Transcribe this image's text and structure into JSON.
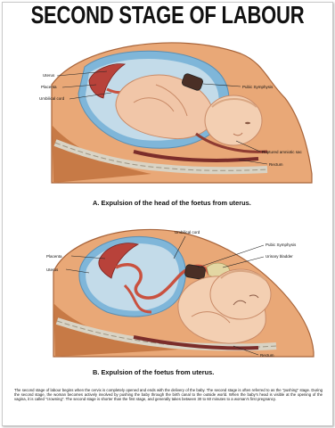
{
  "title": "SECOND STAGE OF LABOUR",
  "figure_a": {
    "caption": "A. Expulsion of the head of the foetus from uterus.",
    "labels": {
      "uterus": "Uterus",
      "placenta": "Placenta",
      "umbilical_cord": "Umbilical cord",
      "pubic_symphysis": "Pubic Symphysis",
      "ruptured_amniotic_sac": "Ruptured amniotic sac",
      "rectum": "Rectum"
    }
  },
  "figure_b": {
    "caption": "B. Expulsion of the foetus from uterus.",
    "labels": {
      "umbilical_cord": "Umbilical cord",
      "placenta": "Placenta",
      "uterus": "Uterus",
      "pubic_symphysis": "Pubic Symphysis",
      "urinary_bladder": "Urinary bladder",
      "rectum": "Rectum"
    }
  },
  "description": "The second stage of labour begins when the cervix is completely opened and ends with the delivery of the baby. The second stage is often referred to as the \"pushing\" stage. During the second stage, the woman becomes actively involved by pushing the baby through the birth canal to the outside world. When the baby's head is visible at the opening of the vagina, it is called \"crowning\". The second stage is shorter than the first stage, and generally takes between 30 to 60 minutes to a woman's first pregnancy."
}
